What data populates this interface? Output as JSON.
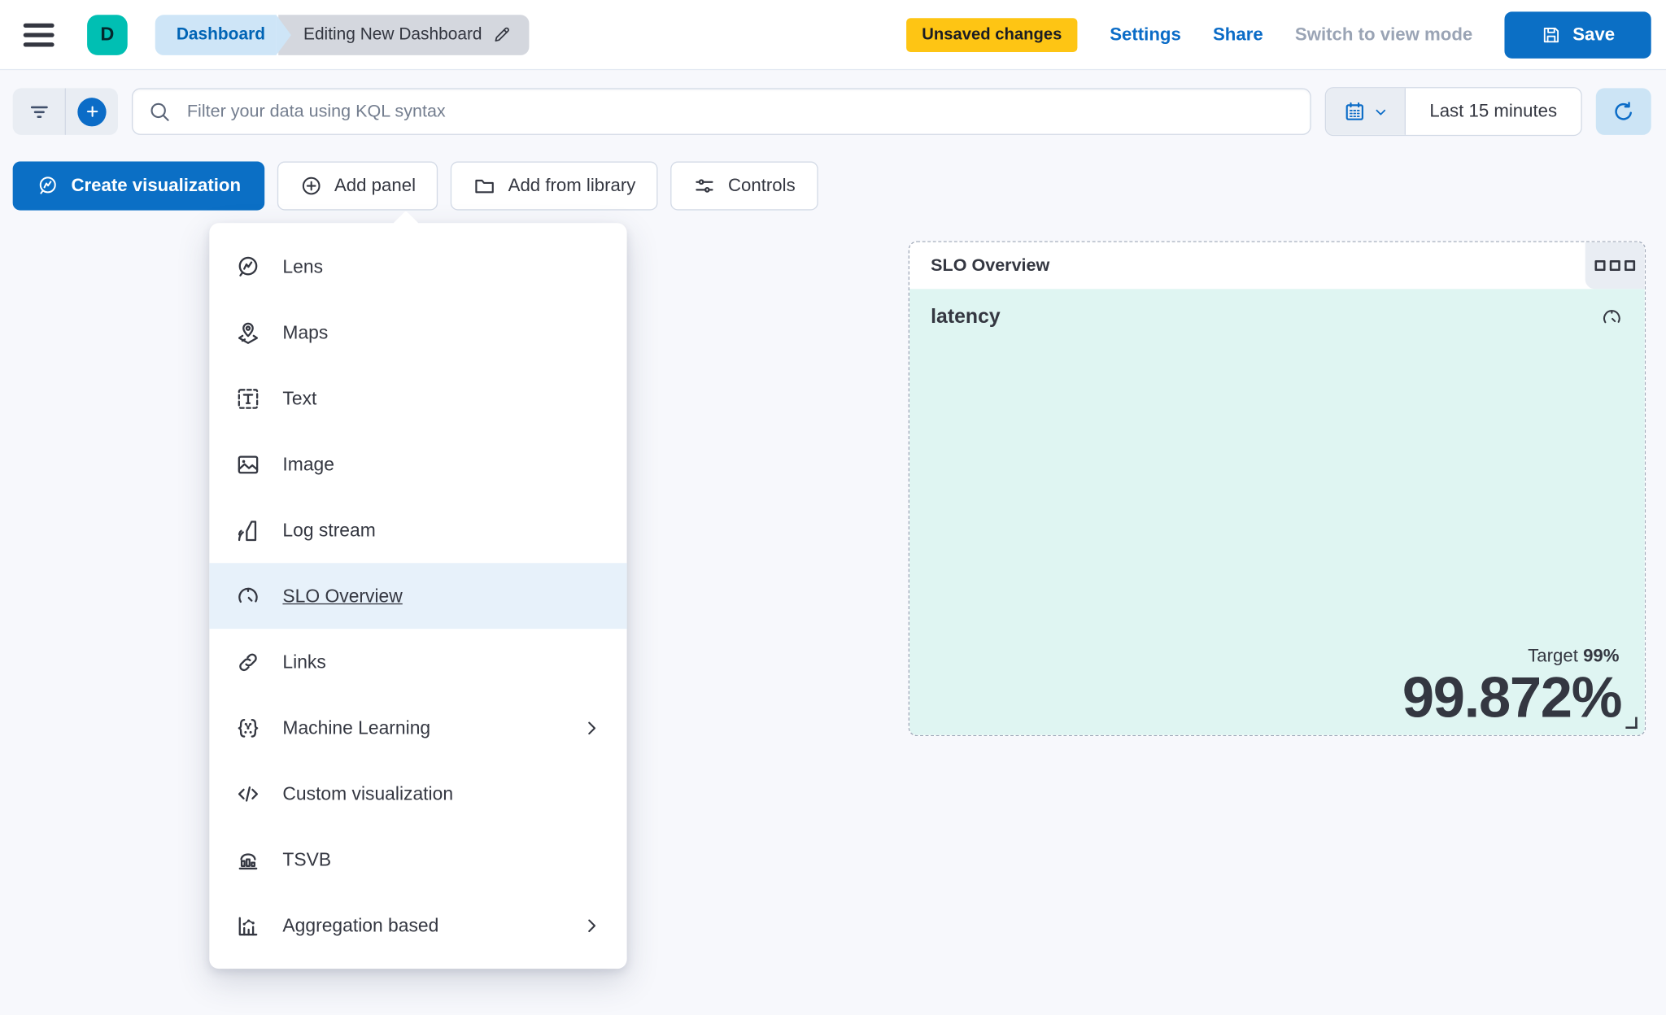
{
  "header": {
    "logo_letter": "D",
    "breadcrumbs": [
      {
        "label": "Dashboard"
      },
      {
        "label": "Editing New Dashboard"
      }
    ],
    "unsaved_badge": "Unsaved changes",
    "settings_label": "Settings",
    "share_label": "Share",
    "view_mode_label": "Switch to view mode",
    "save_label": "Save"
  },
  "filter_bar": {
    "search_placeholder": "Filter your data using KQL syntax",
    "time_range": "Last 15 minutes"
  },
  "toolbar": {
    "create_visualization_label": "Create visualization",
    "add_panel_label": "Add panel",
    "add_from_library_label": "Add from library",
    "controls_label": "Controls"
  },
  "add_panel_menu": {
    "items": [
      {
        "label": "Lens",
        "icon": "lens-icon",
        "selected": false,
        "has_submenu": false
      },
      {
        "label": "Maps",
        "icon": "maps-icon",
        "selected": false,
        "has_submenu": false
      },
      {
        "label": "Text",
        "icon": "text-icon",
        "selected": false,
        "has_submenu": false
      },
      {
        "label": "Image",
        "icon": "image-icon",
        "selected": false,
        "has_submenu": false
      },
      {
        "label": "Log stream",
        "icon": "log-stream-icon",
        "selected": false,
        "has_submenu": false
      },
      {
        "label": "SLO Overview",
        "icon": "gauge-icon",
        "selected": true,
        "has_submenu": false
      },
      {
        "label": "Links",
        "icon": "link-icon",
        "selected": false,
        "has_submenu": false
      },
      {
        "label": "Machine Learning",
        "icon": "machine-learning-icon",
        "selected": false,
        "has_submenu": true
      },
      {
        "label": "Custom visualization",
        "icon": "code-icon",
        "selected": false,
        "has_submenu": false
      },
      {
        "label": "TSVB",
        "icon": "tsvb-icon",
        "selected": false,
        "has_submenu": false
      },
      {
        "label": "Aggregation based",
        "icon": "aggregation-icon",
        "selected": false,
        "has_submenu": true
      }
    ]
  },
  "slo_panel": {
    "title": "SLO Overview",
    "metric_name": "latency",
    "target_label": "Target",
    "target_value": "99%",
    "value": "99.872%"
  },
  "colors": {
    "primary_blue": "#0B6FC5",
    "badge_yellow": "#FEC514",
    "space_teal": "#00BFB3",
    "breadcrumb_blue_bg": "#CEE5F7",
    "breadcrumb_gray_bg": "#D4D7DE",
    "panel_mint": "#DFF5F2",
    "menu_highlight": "#E7F1FA",
    "text_dark": "#343741",
    "border_gray": "#D3DAE6"
  }
}
